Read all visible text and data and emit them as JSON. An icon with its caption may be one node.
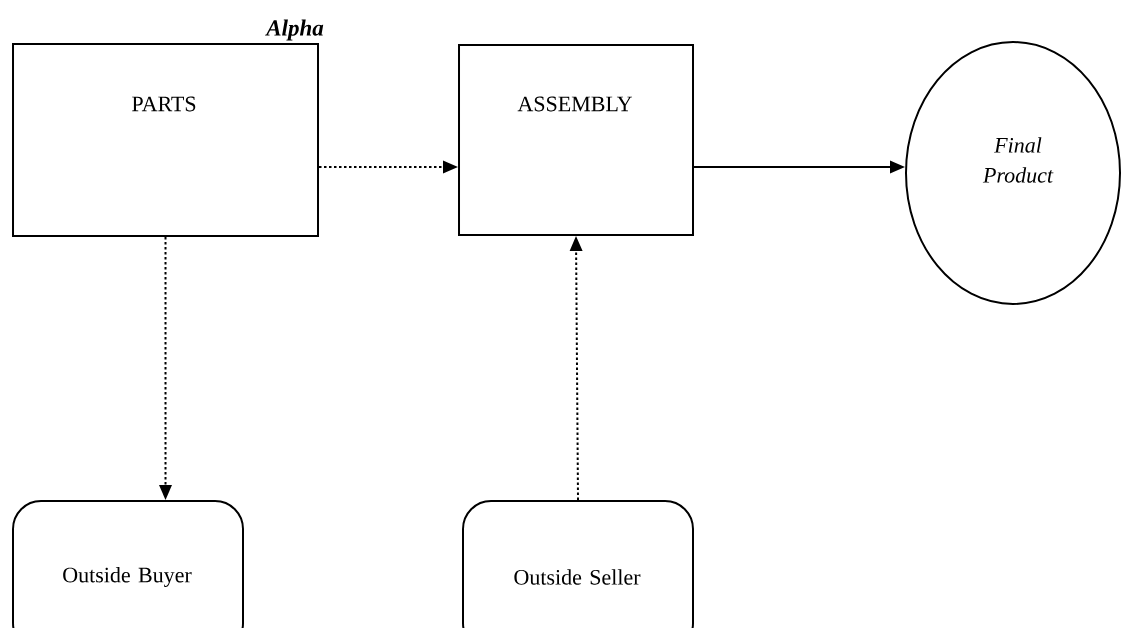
{
  "diagram": {
    "title": "Alpha",
    "nodes": [
      {
        "text": [
          "PARTS"
        ]
      },
      {
        "text": [
          "ASSEMBLY"
        ]
      },
      {
        "text": [
          "Final Product"
        ]
      },
      {
        "text": [
          "Outside Buyer"
        ]
      },
      {
        "text": [
          "Outside Seller"
        ]
      }
    ],
    "edges": [
      {
        "from": 0,
        "to": 1,
        "arrow": "to",
        "style": "dashed"
      },
      {
        "from": 1,
        "to": 2,
        "arrow": "to"
      },
      {
        "from": 0,
        "to": 3,
        "arrow": "to",
        "style": "dashed"
      },
      {
        "from": 4,
        "to": 1,
        "arrow": "to",
        "style": "dashed"
      }
    ]
  }
}
